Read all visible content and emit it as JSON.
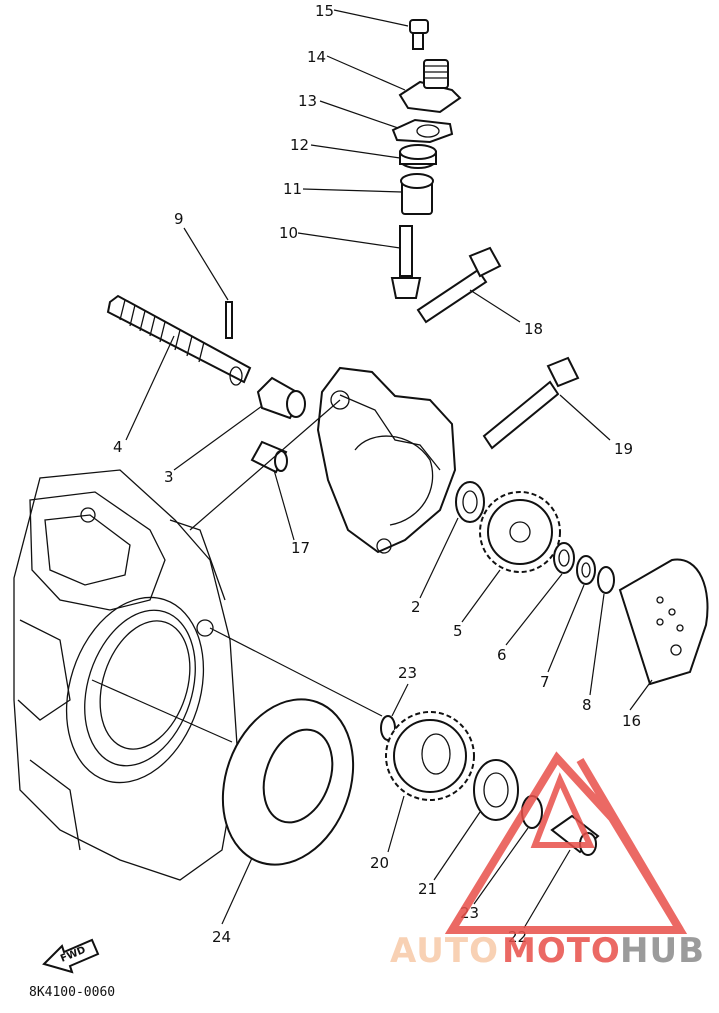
{
  "diagram": {
    "callouts": [
      "15",
      "14",
      "13",
      "12",
      "11",
      "10",
      "9",
      "18",
      "4",
      "3",
      "19",
      "17",
      "2",
      "5",
      "6",
      "7",
      "8",
      "16",
      "23",
      "20",
      "21",
      "23",
      "22",
      "24"
    ],
    "drawing_code": "8K4100-0060",
    "fwd_label": "FWD"
  },
  "watermark": {
    "word_part1": "AUTO",
    "word_part2": "MOTO",
    "word_part3": "HUB",
    "color_light": "#f7c9a8",
    "color_accent": "#e8504a",
    "color_dark": "#8a8a8a"
  }
}
